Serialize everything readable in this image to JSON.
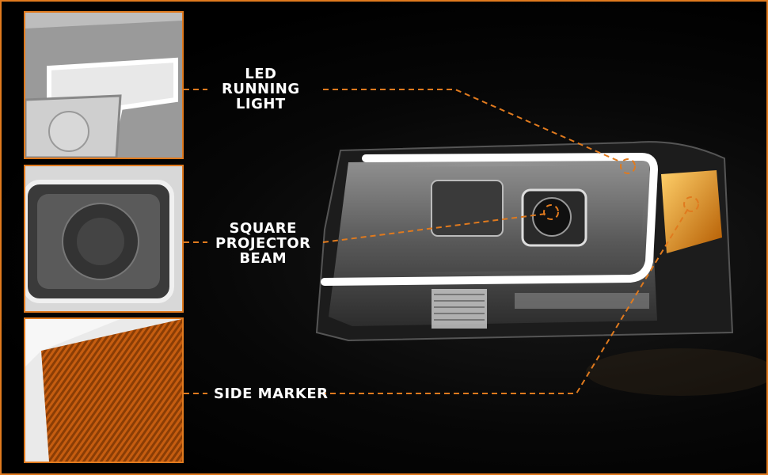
{
  "callouts": [
    {
      "id": "led",
      "lines": [
        "LED",
        "RUNNING",
        "LIGHT"
      ]
    },
    {
      "id": "projector",
      "lines": [
        "SQUARE",
        "PROJECTOR",
        "BEAM"
      ]
    },
    {
      "id": "marker",
      "lines": [
        "SIDE MARKER"
      ]
    }
  ],
  "colors": {
    "accent": "#e07a1e",
    "amber": "#f5a623",
    "background": "#000000",
    "text": "#ffffff"
  }
}
